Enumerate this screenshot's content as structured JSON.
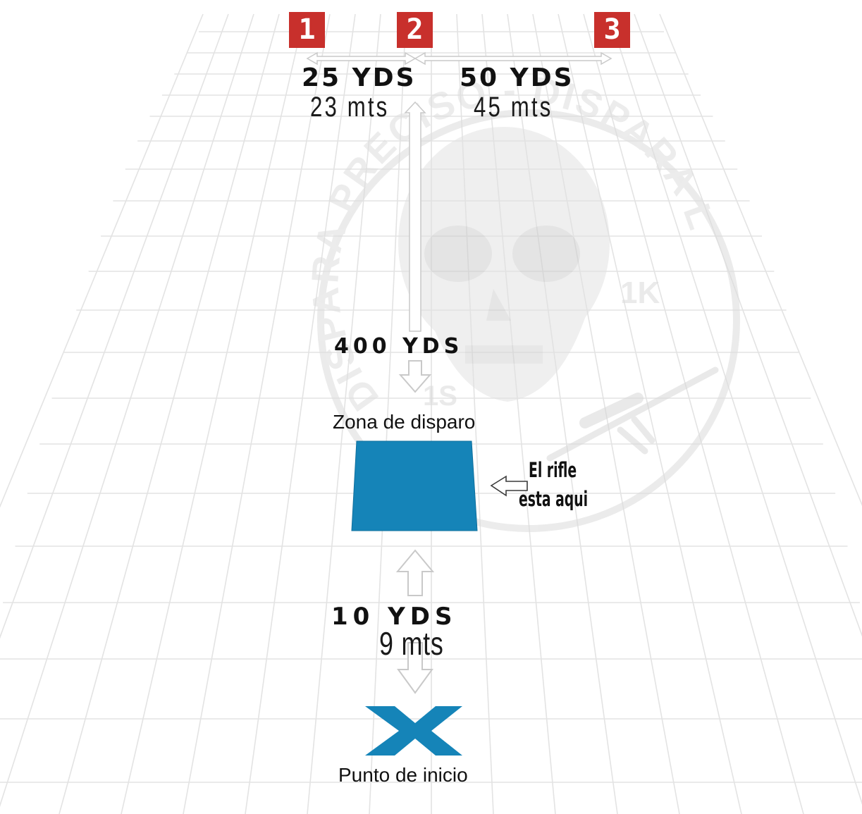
{
  "markers": [
    "1",
    "2",
    "3"
  ],
  "distances": {
    "seg1": {
      "yards": "25 YDS",
      "meters": "23 mts"
    },
    "seg2": {
      "yards": "50 YDS",
      "meters": "45 mts"
    },
    "far": {
      "yards": "400 YDS"
    },
    "near": {
      "yards": "10 YDS",
      "meters": "9 mts"
    }
  },
  "zones": {
    "shooting_zone": "Zona de disparo",
    "start_point": "Punto de inicio"
  },
  "rifle_note": {
    "line1": "El rifle",
    "line2": "esta aqui"
  },
  "watermark": {
    "text": "DISPARA PRECISO - DISPARA LEJOS",
    "badge_1k": "1K",
    "badge_1s": "1S"
  },
  "colors": {
    "marker_red": "#c8302c",
    "zone_blue": "#1584b8",
    "grid": "#e3e3e3",
    "arrow_outline": "#c9c9c9",
    "watermark": "#d9d9d9"
  }
}
